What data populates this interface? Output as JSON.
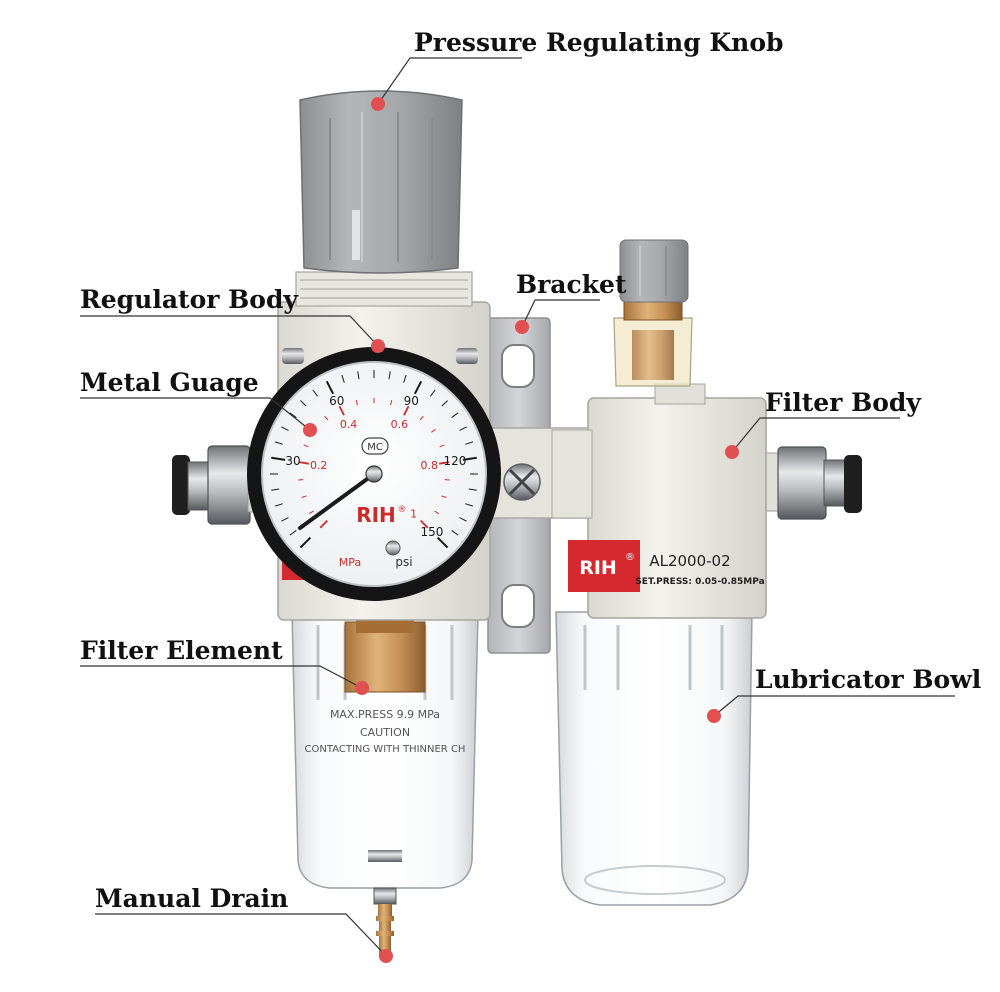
{
  "callouts": {
    "pressure_knob": "Pressure Regulating Knob",
    "bracket": "Bracket",
    "regulator_body": "Regulator Body",
    "metal_gauge": "Metal Guage",
    "filter_body": "Filter Body",
    "filter_element": "Filter Element",
    "lubricator_bowl": "Lubricator Bowl",
    "manual_drain": "Manual Drain"
  },
  "gauge": {
    "brand": "RIH",
    "brand_mark": "®",
    "center_mark": "MC",
    "psi_ticks": [
      "30",
      "60",
      "90",
      "120",
      "150"
    ],
    "mpa_ticks": [
      "0.2",
      "0.4",
      "0.6",
      "0.8",
      "1"
    ],
    "unit_mpa": "MPa",
    "unit_psi": "psi"
  },
  "lubricator": {
    "brand": "RIH",
    "brand_mark": "®",
    "model": "AL2000-02",
    "set_press": "SET.PRESS: 0.05-0.85MPa"
  },
  "bowl_text": {
    "line1": "MAX.PRESS 9.9   MPa",
    "line2": "CAUTION",
    "line3": "CONTACTING WITH THINNER CH"
  },
  "colors": {
    "marker_dot": "#e05050",
    "knob_gray": "#a9aaad",
    "body_cream": "#ecebe4",
    "brand_red": "#d6292f",
    "gauge_red": "#cc2b2b",
    "bracket_gray": "#c7c8cb"
  }
}
